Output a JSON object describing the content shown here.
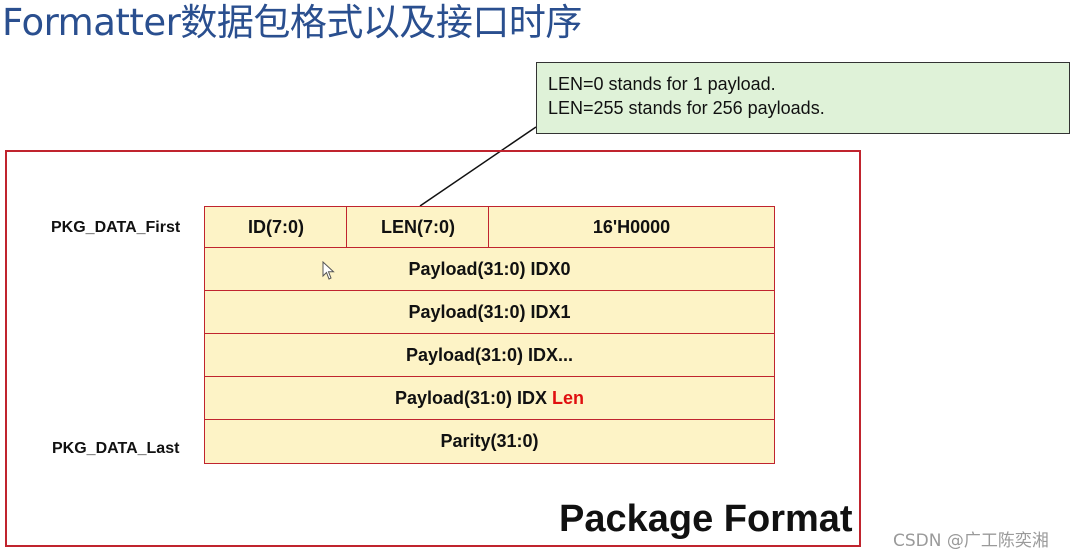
{
  "page_title": "Formatter数据包格式以及接口时序",
  "note": {
    "line1": "LEN=0 stands for 1 payload.",
    "line2": "LEN=255 stands for 256 payloads."
  },
  "labels": {
    "first": "PKG_DATA_First",
    "last": "PKG_DATA_Last"
  },
  "table": {
    "header": {
      "id": "ID(7:0)",
      "len": "LEN(7:0)",
      "reserved": "16'H0000"
    },
    "rows": [
      "Payload(31:0) IDX0",
      "Payload(31:0) IDX1",
      "Payload(31:0) IDX...",
      "Payload(31:0) IDX "
    ],
    "len_highlight": "Len",
    "parity": "Parity(31:0)"
  },
  "diagram_title": "Package Format",
  "watermark": "CSDN @广工陈奕湘",
  "colors": {
    "title_blue": "#2a4f8f",
    "frame_red": "#c0242e",
    "cell_fill": "#fdf3c6",
    "note_fill": "#dff2d8",
    "highlight_red": "#e01010"
  }
}
